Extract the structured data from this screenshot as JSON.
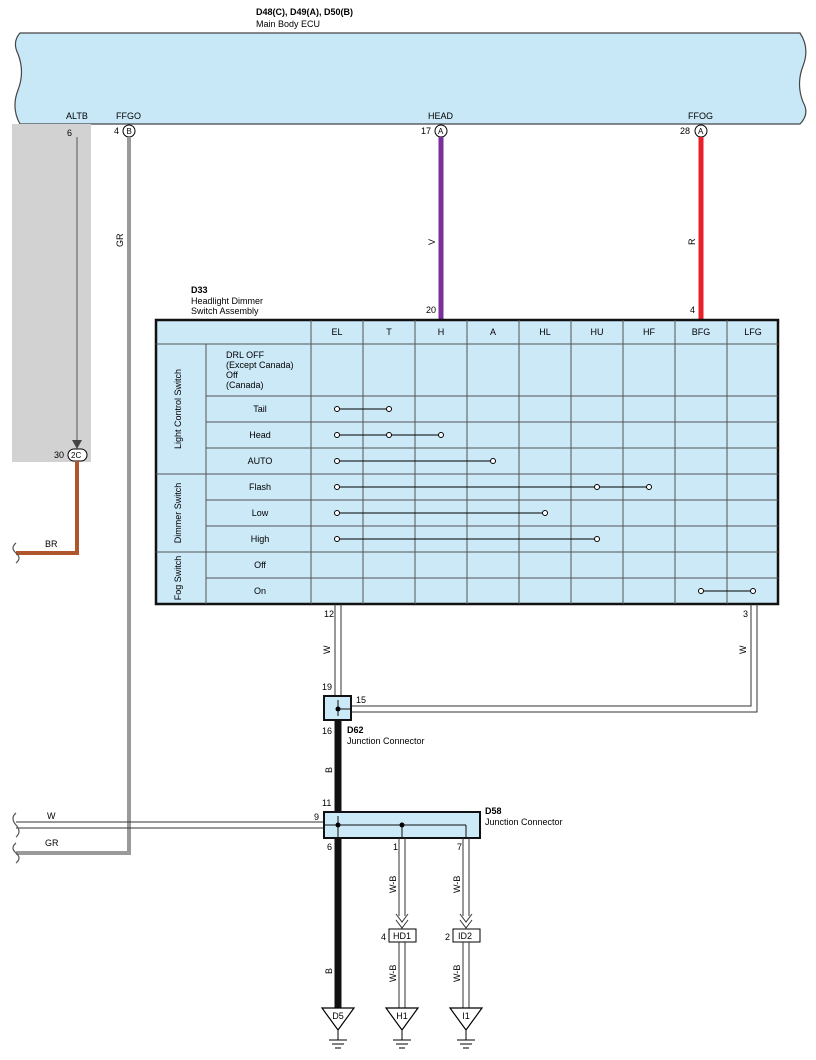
{
  "ecu": {
    "title": "D48(C), D49(A), D50(B)",
    "name": "Main Body ECU",
    "pins": [
      {
        "name": "ALTB",
        "num": "6"
      },
      {
        "name": "FFGO",
        "num": "4",
        "conn": "B"
      },
      {
        "name": "HEAD",
        "num": "17",
        "conn": "A"
      },
      {
        "name": "FFOG",
        "num": "28",
        "conn": "A"
      }
    ]
  },
  "altb_conn": {
    "num": "30",
    "label": "2C"
  },
  "wires": {
    "head": "V",
    "ffog": "R",
    "ffgo": "GR",
    "altb_out": "BR",
    "sw12": "W",
    "sw3": "W",
    "d62_out": "B",
    "left_w": "W",
    "left_gr": "GR",
    "d58_1": "W-B",
    "d58_7": "W-B",
    "hd1_out": "W-B",
    "id2_out": "W-B",
    "d5_wire": "B"
  },
  "switch": {
    "id": "D33",
    "name_line1": "Headlight Dimmer",
    "name_line2": "Switch Assembly",
    "head_pin": "20",
    "bfg_pin": "4",
    "pin_el": "12",
    "pin_lfg": "3",
    "columns": [
      "EL",
      "T",
      "H",
      "A",
      "HL",
      "HU",
      "HF",
      "BFG",
      "LFG"
    ],
    "groups": [
      "Light Control Switch",
      "Dimmer Switch",
      "Fog Switch"
    ],
    "rows": [
      {
        "label": "DRL OFF\n(Except Canada)\nOff\n(Canada)"
      },
      {
        "label": "Tail"
      },
      {
        "label": "Head"
      },
      {
        "label": "AUTO"
      },
      {
        "label": "Flash"
      },
      {
        "label": "Low"
      },
      {
        "label": "High"
      },
      {
        "label": "Off"
      },
      {
        "label": "On"
      }
    ]
  },
  "d62": {
    "id": "D62",
    "name": "Junction Connector",
    "pins": [
      "19",
      "15",
      "16"
    ]
  },
  "d58": {
    "id": "D58",
    "name": "Junction Connector",
    "pins": [
      "11",
      "9",
      "6",
      "1",
      "7"
    ]
  },
  "hd1": {
    "num": "4",
    "label": "HD1"
  },
  "id2": {
    "num": "2",
    "label": "ID2"
  },
  "grounds": [
    "D5",
    "H1",
    "I1"
  ],
  "colors": {
    "ecu_fill": "#c8e8f8",
    "table_fill": "#cce9f8",
    "gray_shade": "#d2d2d2",
    "violet": "#7a2f9e",
    "red": "#e8202a",
    "brown": "#b0562c",
    "gray_wire": "#9a9a9a"
  }
}
